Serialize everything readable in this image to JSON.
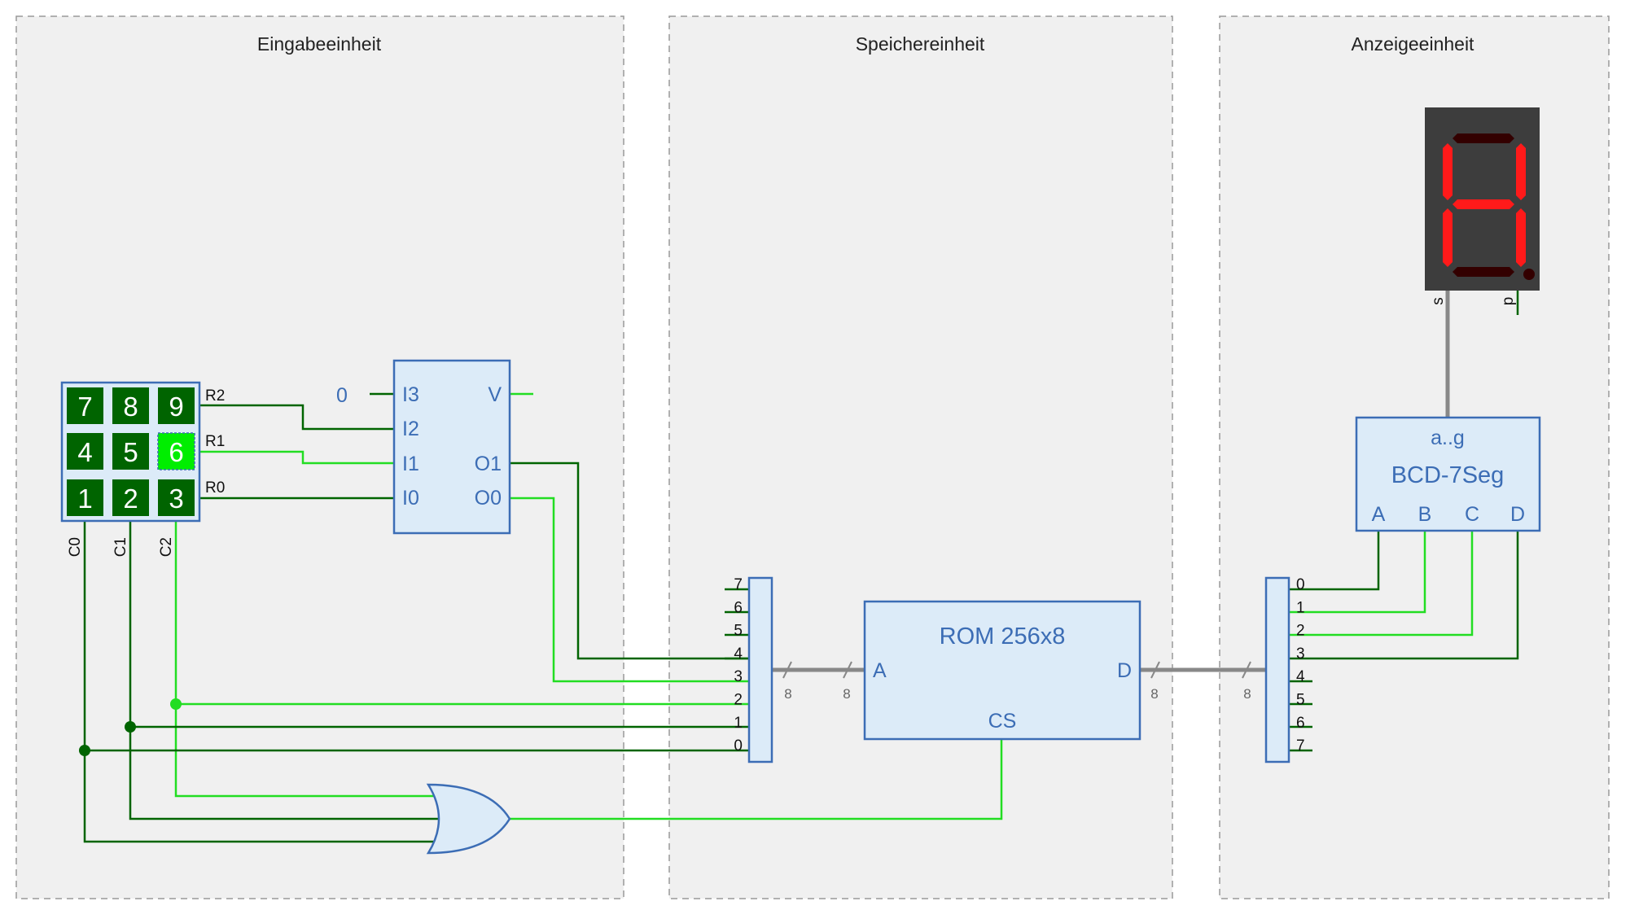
{
  "sections": {
    "input": {
      "title": "Eingabeeinheit"
    },
    "memory": {
      "title": "Speichereinheit"
    },
    "display": {
      "title": "Anzeigeeinheit"
    }
  },
  "keypad": {
    "keys": [
      {
        "label": "7",
        "pressed": false
      },
      {
        "label": "8",
        "pressed": false
      },
      {
        "label": "9",
        "pressed": false
      },
      {
        "label": "4",
        "pressed": false
      },
      {
        "label": "5",
        "pressed": false
      },
      {
        "label": "6",
        "pressed": true
      },
      {
        "label": "1",
        "pressed": false
      },
      {
        "label": "2",
        "pressed": false
      },
      {
        "label": "3",
        "pressed": false
      }
    ],
    "rows": [
      "R2",
      "R1",
      "R0"
    ],
    "cols": [
      "C0",
      "C1",
      "C2"
    ]
  },
  "constant": {
    "value": "0"
  },
  "encoder": {
    "inputs": [
      "I3",
      "I2",
      "I1",
      "I0"
    ],
    "outputs": [
      "V",
      "O1",
      "O0"
    ]
  },
  "merger": {
    "pins": [
      "7",
      "6",
      "5",
      "4",
      "3",
      "2",
      "1",
      "0"
    ],
    "width": "8"
  },
  "rom": {
    "title": "ROM 256x8",
    "addr": "A",
    "data": "D",
    "cs": "CS",
    "width_in": "8",
    "width_out": "8"
  },
  "splitter": {
    "pins": [
      "0",
      "1",
      "2",
      "3",
      "4",
      "5",
      "6",
      "7"
    ],
    "width": "8"
  },
  "decoder": {
    "top": "a..g",
    "title": "BCD-7Seg",
    "inputs": [
      "A",
      "B",
      "C",
      "D"
    ]
  },
  "seven_seg": {
    "pin_s": "s",
    "pin_p": "p",
    "segments_on": [
      "b",
      "c",
      "e",
      "f",
      "g"
    ]
  },
  "colors": {
    "wire_low": "#006400",
    "wire_high": "#22dd22",
    "block_fill": "#dcebf8",
    "block_stroke": "#3c6db5",
    "key_fill": "#006400",
    "key_pressed": "#00ee00",
    "section_fill": "#f0f0f0",
    "segment_on": "#ff1a1a",
    "segment_off": "#330000",
    "bus": "#888888"
  }
}
